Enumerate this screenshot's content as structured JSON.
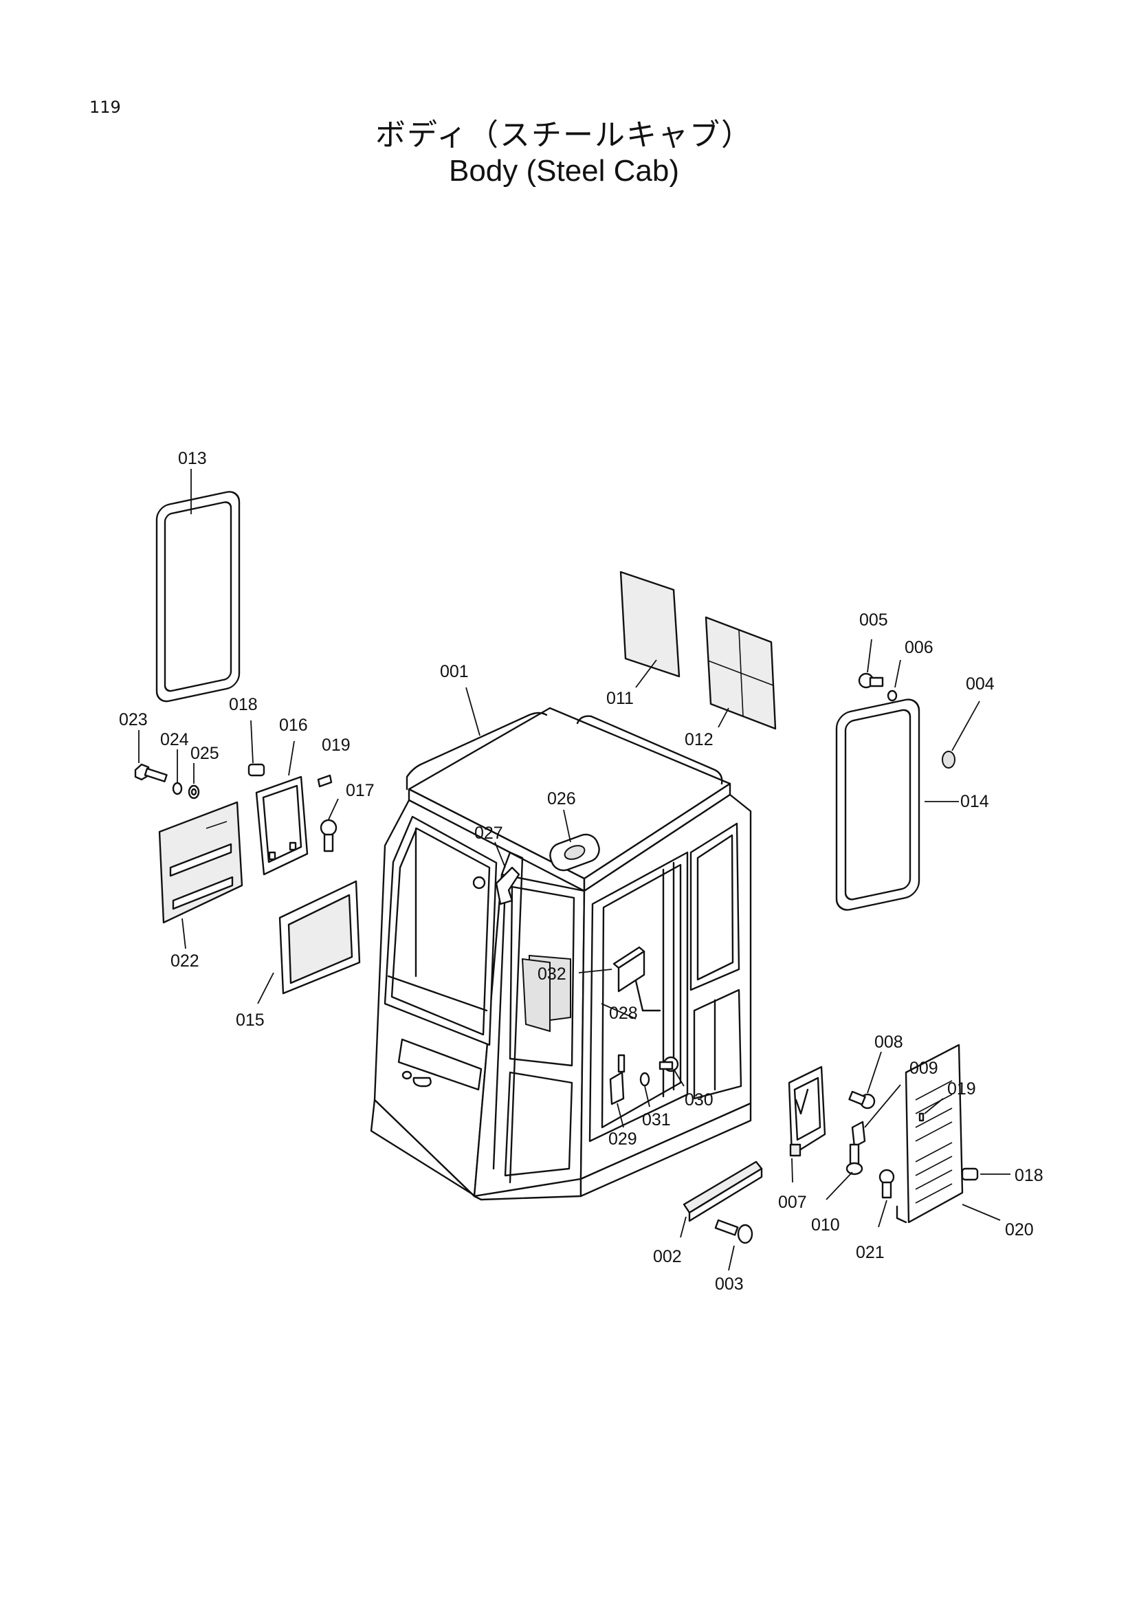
{
  "page": {
    "number": "119"
  },
  "title": {
    "japanese": "ボディ（スチールキャブ）",
    "english": "Body (Steel Cab)"
  },
  "parts": [
    {
      "id": "001"
    },
    {
      "id": "002"
    },
    {
      "id": "003"
    },
    {
      "id": "004"
    },
    {
      "id": "005"
    },
    {
      "id": "006"
    },
    {
      "id": "007"
    },
    {
      "id": "008"
    },
    {
      "id": "009"
    },
    {
      "id": "010"
    },
    {
      "id": "011"
    },
    {
      "id": "012"
    },
    {
      "id": "013"
    },
    {
      "id": "014"
    },
    {
      "id": "015"
    },
    {
      "id": "016"
    },
    {
      "id": "017"
    },
    {
      "id": "018"
    },
    {
      "id": "018"
    },
    {
      "id": "019"
    },
    {
      "id": "019"
    },
    {
      "id": "020"
    },
    {
      "id": "021"
    },
    {
      "id": "022"
    },
    {
      "id": "023"
    },
    {
      "id": "024"
    },
    {
      "id": "025"
    },
    {
      "id": "026"
    },
    {
      "id": "027"
    },
    {
      "id": "028"
    },
    {
      "id": "029"
    },
    {
      "id": "030"
    },
    {
      "id": "031"
    },
    {
      "id": "032"
    }
  ]
}
